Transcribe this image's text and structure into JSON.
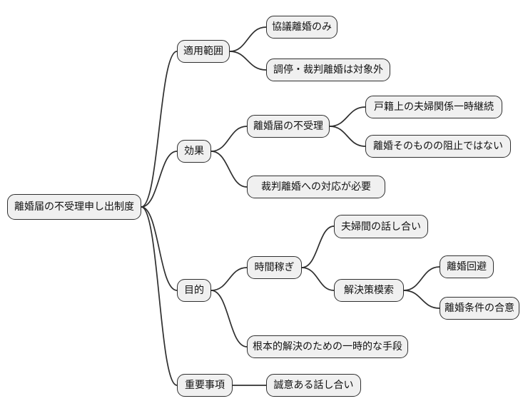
{
  "diagram": {
    "type": "mindmap",
    "root_label": "離婚届の不受理申し出制度"
  },
  "colors": {
    "background": "#ffffff",
    "node_fill": "#f0f0f0",
    "node_border": "#2f2f2f",
    "edge": "#2f2f2f",
    "text": "#111111"
  },
  "nodes": {
    "root": {
      "label": "離婚届の不受理申し出制度",
      "level": 0
    },
    "scope": {
      "label": "適用範囲",
      "level": 1
    },
    "scope_1": {
      "label": "協議離婚のみ",
      "level": 2
    },
    "scope_2": {
      "label": "調停・裁判離婚は対象外",
      "level": 2
    },
    "effect": {
      "label": "効果",
      "level": 1
    },
    "effect_1": {
      "label": "離婚届の不受理",
      "level": 2
    },
    "effect_1_1": {
      "label": "戸籍上の夫婦関係一時継続",
      "level": 3
    },
    "effect_1_2": {
      "label": "離婚そのものの阻止ではない",
      "level": 3
    },
    "effect_2": {
      "label": "裁判離婚への対応が必要",
      "level": 2
    },
    "purpose": {
      "label": "目的",
      "level": 1
    },
    "purpose_1": {
      "label": "時間稼ぎ",
      "level": 2
    },
    "purpose_1_1": {
      "label": "夫婦間の話し合い",
      "level": 3
    },
    "purpose_1_2": {
      "label": "解決策模索",
      "level": 3
    },
    "purpose_1_2_1": {
      "label": "離婚回避",
      "level": 4
    },
    "purpose_1_2_2": {
      "label": "離婚条件の合意",
      "level": 4
    },
    "purpose_2": {
      "label": "根本的解決のための一時的な手段",
      "level": 2
    },
    "important": {
      "label": "重要事項",
      "level": 1
    },
    "important_1": {
      "label": "誠意ある話し合い",
      "level": 2
    }
  },
  "edges": [
    {
      "from": "root",
      "to": "scope"
    },
    {
      "from": "root",
      "to": "effect"
    },
    {
      "from": "root",
      "to": "purpose"
    },
    {
      "from": "root",
      "to": "important"
    },
    {
      "from": "scope",
      "to": "scope_1"
    },
    {
      "from": "scope",
      "to": "scope_2"
    },
    {
      "from": "effect",
      "to": "effect_1"
    },
    {
      "from": "effect",
      "to": "effect_2"
    },
    {
      "from": "effect_1",
      "to": "effect_1_1"
    },
    {
      "from": "effect_1",
      "to": "effect_1_2"
    },
    {
      "from": "purpose",
      "to": "purpose_1"
    },
    {
      "from": "purpose",
      "to": "purpose_2"
    },
    {
      "from": "purpose_1",
      "to": "purpose_1_1"
    },
    {
      "from": "purpose_1",
      "to": "purpose_1_2"
    },
    {
      "from": "purpose_1_2",
      "to": "purpose_1_2_1"
    },
    {
      "from": "purpose_1_2",
      "to": "purpose_1_2_2"
    },
    {
      "from": "important",
      "to": "important_1"
    }
  ]
}
